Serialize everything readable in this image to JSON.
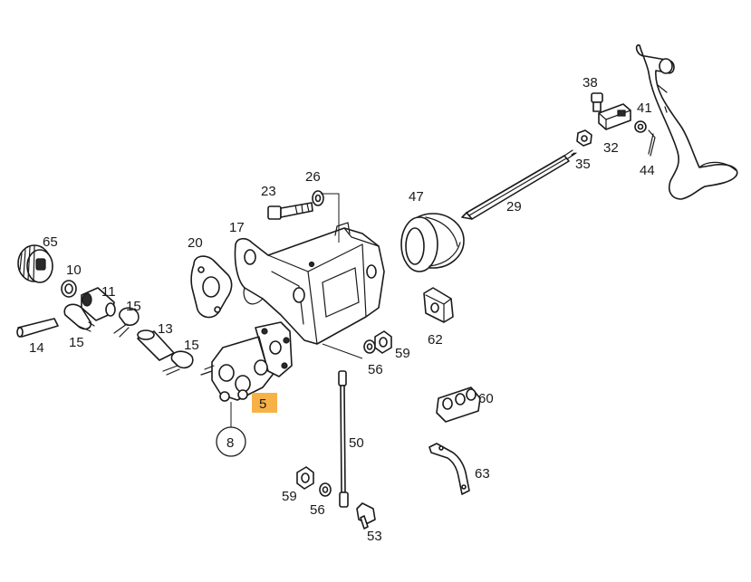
{
  "colors": {
    "line": "#1a1a1a",
    "highlight": "#f7b247",
    "background": "#ffffff"
  },
  "labels": {
    "p38": "38",
    "p41": "41",
    "p32": "32",
    "p35": "35",
    "p44": "44",
    "p29": "29",
    "p47": "47",
    "p26": "26",
    "p23": "23",
    "p17": "17",
    "p20": "20",
    "p65": "65",
    "p10": "10",
    "p11": "11",
    "p15a": "15",
    "p15b": "15",
    "p15c": "15",
    "p13": "13",
    "p14": "14",
    "p62": "62",
    "p56a": "56",
    "p59a": "59",
    "p5": "5",
    "p8": "8",
    "p60": "60",
    "p50": "50",
    "p63": "63",
    "p59b": "59",
    "p56b": "56",
    "p53": "53"
  }
}
